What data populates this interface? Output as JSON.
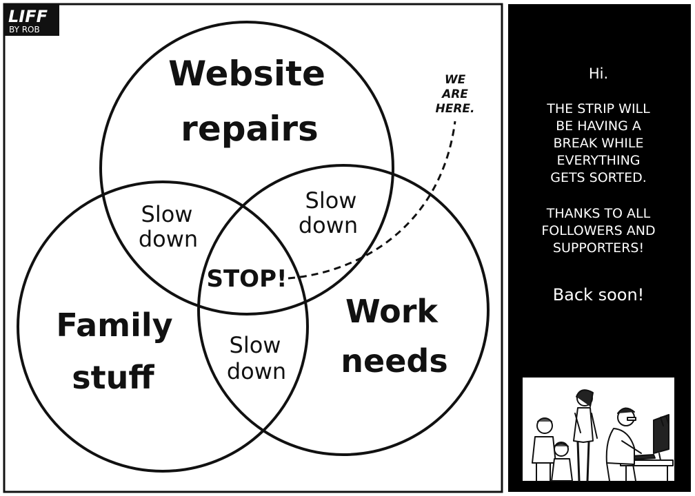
{
  "logo": {
    "title": "LIFF",
    "byline": "BY ROB"
  },
  "venn": {
    "top_circle_label_line1": "Website",
    "top_circle_label_line2": "repairs",
    "left_circle_label_line1": "Family",
    "left_circle_label_line2": "stuff",
    "right_circle_label_line1": "Work",
    "right_circle_label_line2": "needs",
    "overlap_top_left_line1": "Slow",
    "overlap_top_left_line2": "down",
    "overlap_top_right_line1": "Slow",
    "overlap_top_right_line2": "down",
    "overlap_bottom_line1": "Slow",
    "overlap_bottom_line2": "down",
    "center_label": "STOP!"
  },
  "annotation": {
    "line1": "WE",
    "line2": "ARE",
    "line3": "HERE."
  },
  "notice": {
    "greeting": "Hi.",
    "message_line1": "THE STRIP WILL",
    "message_line2": "BE HAVING A",
    "message_line3": "BREAK WHILE",
    "message_line4": "EVERYTHING",
    "message_line5": "GETS SORTED.",
    "thanks_line1": "THANKS TO ALL",
    "thanks_line2": "FOLLOWERS AND",
    "thanks_line3": "SUPPORTERS!",
    "signoff": "Back soon!"
  },
  "colors": {
    "ink": "#111111",
    "paper": "#ffffff",
    "panel": "#000000"
  }
}
